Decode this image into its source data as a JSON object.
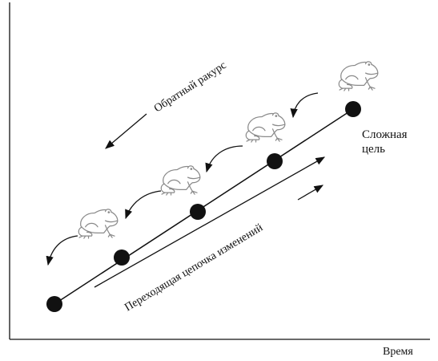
{
  "labels": {
    "reverse_view": "Обратный ракурс",
    "chain": "Переходящая цепочка изменений",
    "goal_line1": "Сложная",
    "goal_line2": "цель",
    "time_axis": "Время"
  },
  "colors": {
    "ink": "#111111",
    "frog_line": "#8a8a8a",
    "background": "#ffffff"
  },
  "nodes": [
    {
      "name": "step-1"
    },
    {
      "name": "step-2"
    },
    {
      "name": "step-3"
    },
    {
      "name": "step-4"
    },
    {
      "name": "goal"
    }
  ],
  "frogs": [
    {
      "name": "frog-1"
    },
    {
      "name": "frog-2"
    },
    {
      "name": "frog-3"
    },
    {
      "name": "frog-4"
    }
  ]
}
